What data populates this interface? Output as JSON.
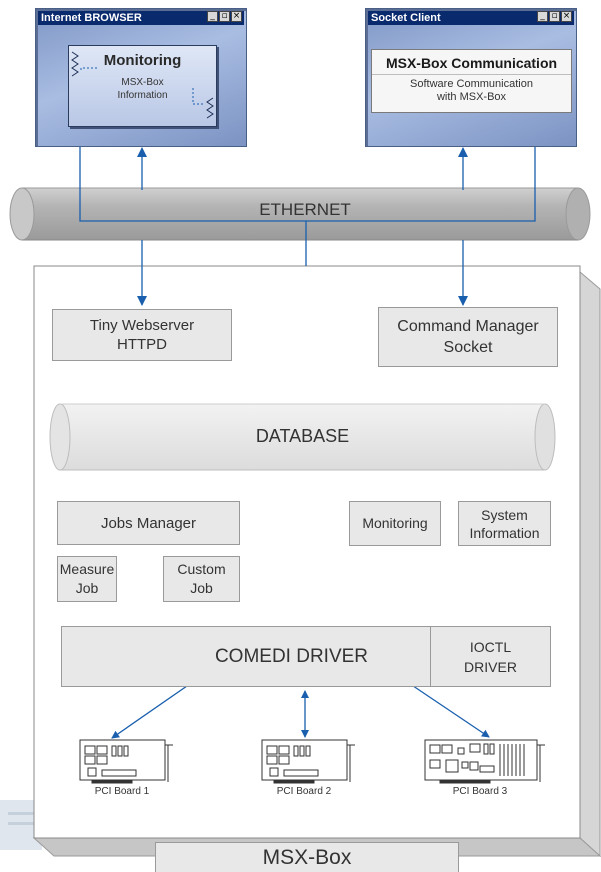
{
  "browser_window": {
    "title": "Internet BROWSER",
    "panel_title": "Monitoring",
    "panel_line1": "MSX-Box",
    "panel_line2": "Information"
  },
  "socket_window": {
    "title": "Socket Client",
    "panel_title": "MSX-Box Communication",
    "panel_line1": "Software Communication",
    "panel_line2": "with MSX-Box"
  },
  "ethernet_label": "ETHERNET",
  "webserver": {
    "line1": "Tiny Webserver",
    "line2": "HTTPD"
  },
  "command_manager": {
    "line1": "Command Manager",
    "line2": "Socket"
  },
  "database_label": "DATABASE",
  "jobs_manager_label": "Jobs Manager",
  "monitoring_label": "Monitoring",
  "system_info": {
    "line1": "System",
    "line2": "Information"
  },
  "measure_job": {
    "line1": "Measure",
    "line2": "Job"
  },
  "custom_job": {
    "line1": "Custom",
    "line2": "Job"
  },
  "comedi_driver_label": "COMEDI DRIVER",
  "ioctl": {
    "line1": "IOCTL",
    "line2": "DRIVER"
  },
  "boards": [
    "PCI Board 1",
    "PCI Board 2",
    "PCI Board 3"
  ],
  "msx_box_label": "MSX-Box",
  "colors": {
    "arrow": "#1a5fae",
    "box_fill": "#e8e8e8",
    "title_bar": "#0a2a6e"
  }
}
